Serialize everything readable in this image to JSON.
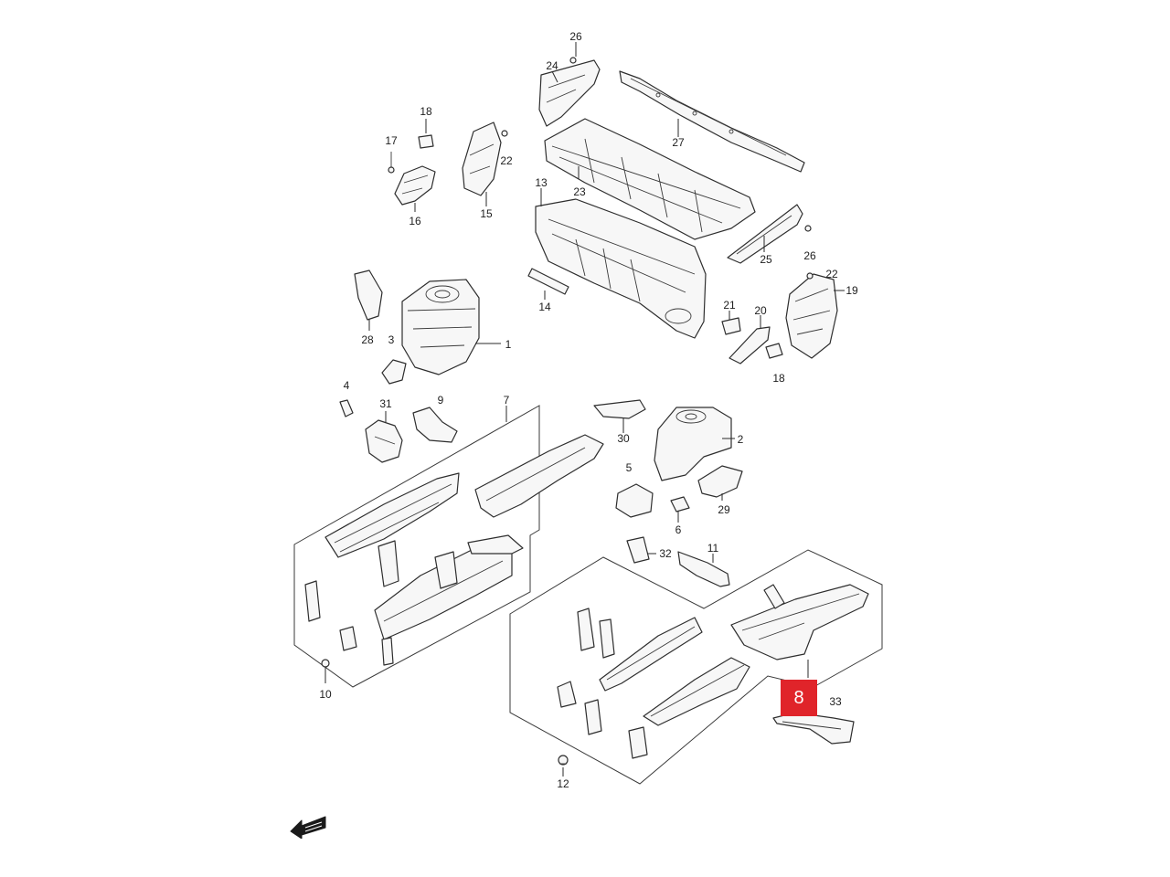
{
  "diagram": {
    "highlight_color": "#e0242a",
    "highlighted_callout": "8",
    "callouts": {
      "c1": "1",
      "c2": "2",
      "c3": "3",
      "c4": "4",
      "c5": "5",
      "c6": "6",
      "c7": "7",
      "c8": "8",
      "c9": "9",
      "c10": "10",
      "c11": "11",
      "c12": "12",
      "c13": "13",
      "c14": "14",
      "c15": "15",
      "c16": "16",
      "c17": "17",
      "c18a": "18",
      "c18b": "18",
      "c19": "19",
      "c20": "20",
      "c21": "21",
      "c22a": "22",
      "c22b": "22",
      "c23": "23",
      "c24": "24",
      "c25": "25",
      "c26a": "26",
      "c26b": "26",
      "c27": "27",
      "c28": "28",
      "c29": "29",
      "c30": "30",
      "c31": "31",
      "c32": "32",
      "c33": "33"
    },
    "front_arrow_icon": "front-direction-arrow-icon"
  }
}
